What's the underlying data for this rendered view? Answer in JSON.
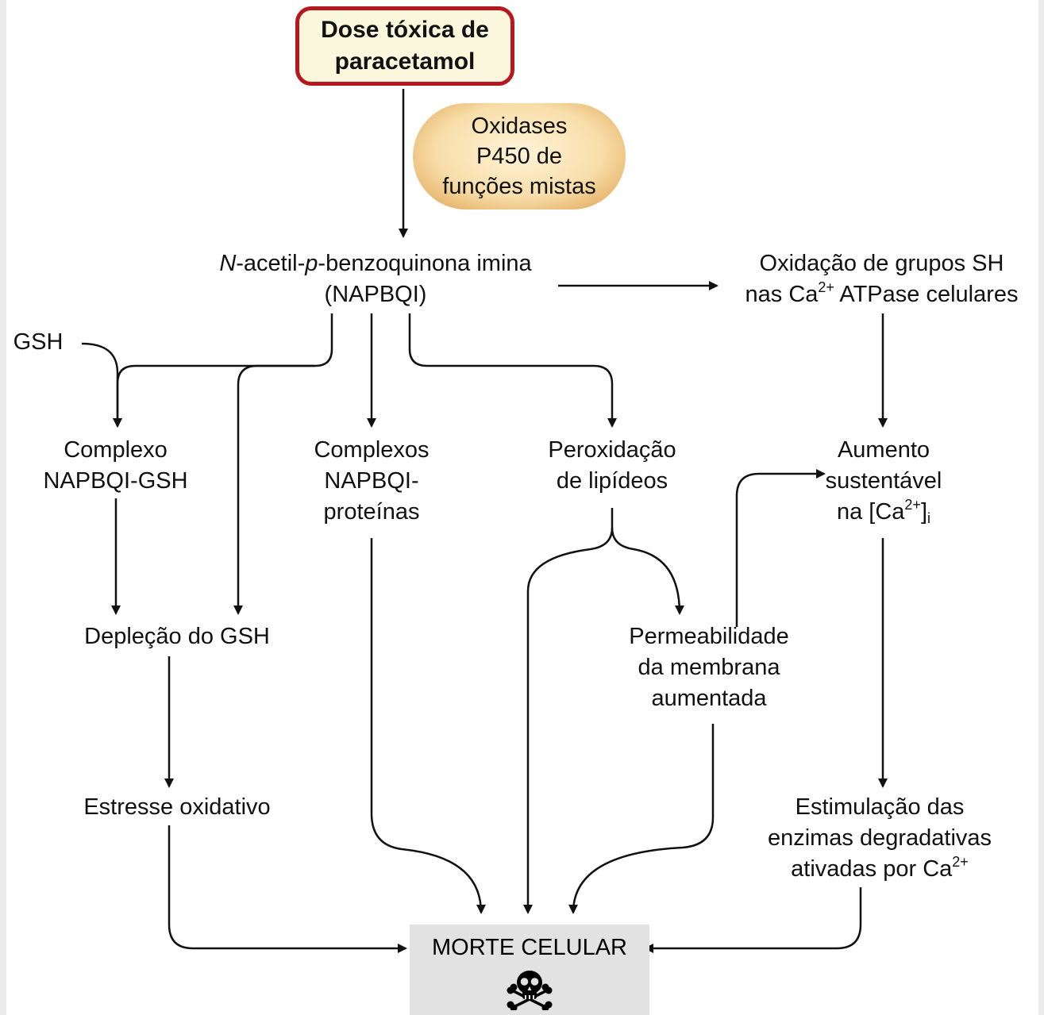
{
  "dose": {
    "line1": "Dose tóxica de",
    "line2": "paracetamol"
  },
  "oxidases": {
    "line1": "Oxidases",
    "line2": "P450 de",
    "line3": "funções mistas"
  },
  "napbqi": {
    "prefix_n": "N",
    "mid1": "-acetil-",
    "prefix_p": "p",
    "mid2": "-benzoquinona imina",
    "line2": "(NAPBQI)"
  },
  "oxidation": {
    "line1": "Oxidação de grupos SH",
    "line2_pre": "nas Ca",
    "line2_sup": "2+",
    "line2_post": " ATPase celulares"
  },
  "gsh": {
    "label": "GSH"
  },
  "complex_gsh": {
    "line1": "Complexo",
    "line2": "NAPBQI-GSH"
  },
  "complex_prot": {
    "line1": "Complexos",
    "line2": "NAPBQI-",
    "line3": "proteínas"
  },
  "peroxidation": {
    "line1": "Peroxidação",
    "line2": "de lipídeos"
  },
  "calcium_increase": {
    "line1": "Aumento",
    "line2": "sustentável",
    "line3_pre": "na [Ca",
    "line3_sup": "2+",
    "line3_post": "]",
    "line3_sub": "i"
  },
  "gsh_depletion": {
    "label": "Depleção do GSH"
  },
  "permeability": {
    "line1": "Permeabilidade",
    "line2": "da membrana",
    "line3": "aumentada"
  },
  "oxidative_stress": {
    "label": "Estresse oxidativo"
  },
  "enzymes": {
    "line1": "Estimulação das",
    "line2": "enzimas degradativas",
    "line3_pre": "ativadas por Ca",
    "line3_sup": "2+"
  },
  "cell_death": {
    "label": "MORTE CELULAR",
    "icon": "skull-crossbones-icon"
  },
  "colors": {
    "dose_border": "#b5191f",
    "dose_fill": "#fbf7dc",
    "pill_fill": "#f8deaa",
    "death_fill": "#e2e2e2",
    "arrow": "#111111"
  }
}
